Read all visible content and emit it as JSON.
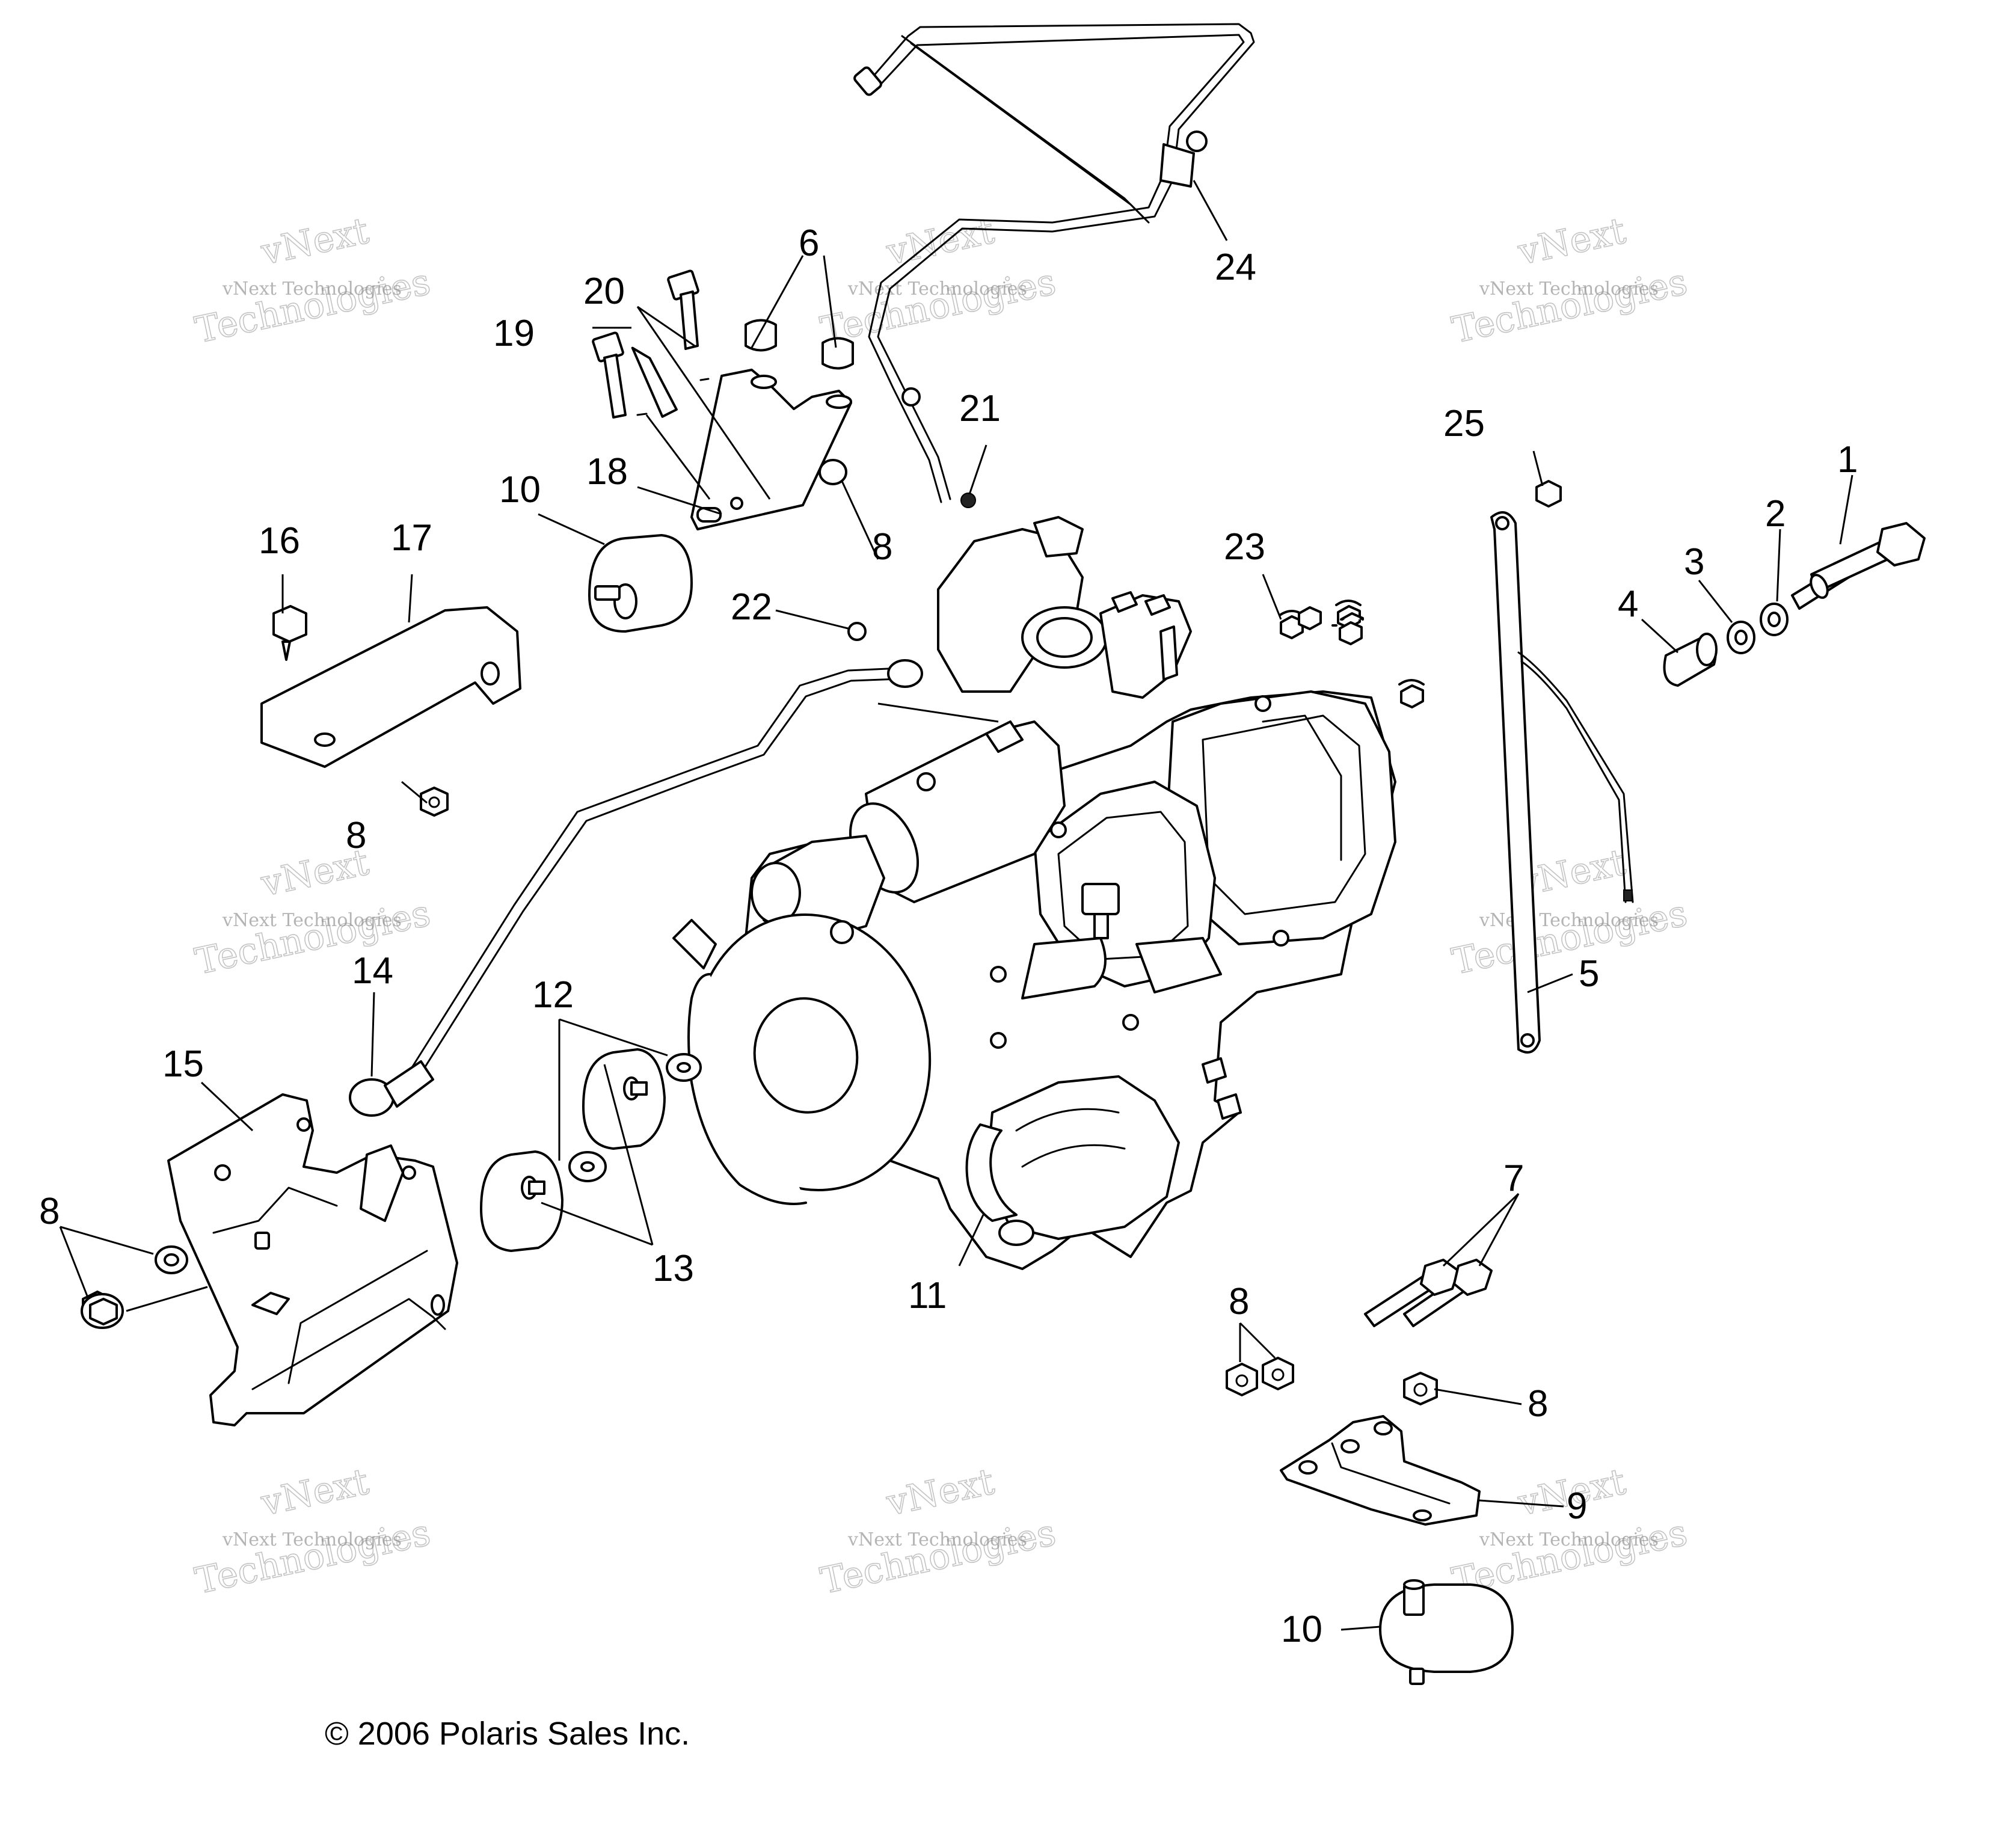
{
  "callouts": [
    "1",
    "2",
    "3",
    "4",
    "5",
    "6",
    "7",
    "8",
    "9",
    "10",
    "11",
    "12",
    "13",
    "14",
    "15",
    "16",
    "17",
    "18",
    "19",
    "20",
    "21",
    "22",
    "23",
    "24",
    "25"
  ],
  "watermark": {
    "line1": "vNext Technologies",
    "line2": "vNext",
    "line3": "Technologies"
  },
  "copyright": "© 2006 Polaris Sales Inc."
}
